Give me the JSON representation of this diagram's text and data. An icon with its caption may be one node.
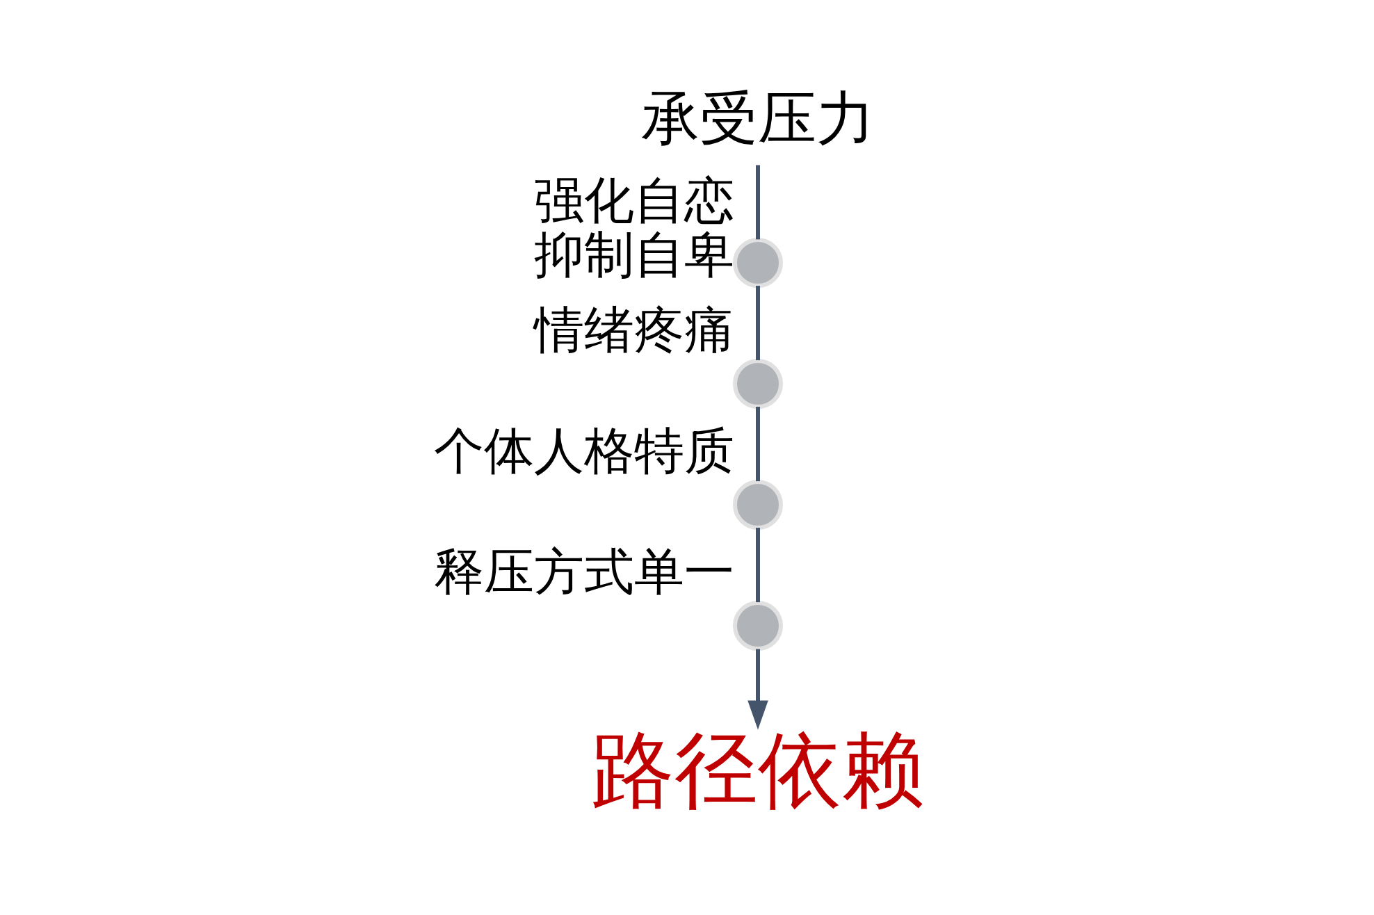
{
  "diagram": {
    "nodes": [
      {
        "text": [
          "承受压力"
        ]
      },
      {
        "text": [],
        "shape": "circle",
        "beside": [
          "强化自恋",
          "抑制自卑"
        ]
      },
      {
        "text": [],
        "shape": "circle",
        "beside": [
          "情绪疼痛"
        ]
      },
      {
        "text": [],
        "shape": "circle",
        "beside": [
          "个体人格特质"
        ]
      },
      {
        "text": [],
        "shape": "circle",
        "beside": [
          "释压方式单一"
        ]
      },
      {
        "text": [
          "路径依赖"
        ]
      }
    ],
    "edges": [
      {
        "from": 0,
        "to": 1,
        "arrow": "none"
      },
      {
        "from": 1,
        "to": 2,
        "arrow": "none"
      },
      {
        "from": 2,
        "to": 3,
        "arrow": "none"
      },
      {
        "from": 3,
        "to": 4,
        "arrow": "none"
      },
      {
        "from": 4,
        "to": 5,
        "arrow": "to"
      }
    ]
  }
}
